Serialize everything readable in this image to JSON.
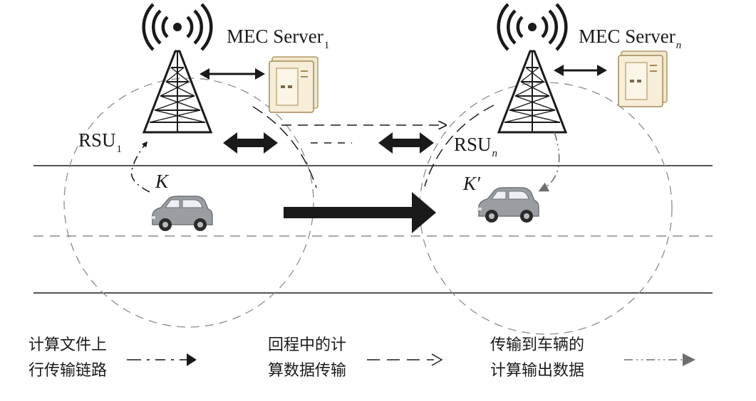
{
  "left_station": {
    "server_label": "MEC Server",
    "server_sub": "1",
    "rsu_label": "RSU",
    "rsu_sub": "1",
    "car_label": "K"
  },
  "right_station": {
    "server_label": "MEC Server",
    "server_sub": "n",
    "rsu_label": "RSU",
    "rsu_sub": "n",
    "car_label": "K′"
  },
  "legend": [
    {
      "line1": "计算文件上",
      "line2": "行传输链路",
      "style": "dash-dot",
      "head": "filled"
    },
    {
      "line1": "回程中的计",
      "line2": "算数据传输",
      "style": "dashed",
      "head": "open"
    },
    {
      "line1": "传输到车辆的",
      "line2": "计算输出数据",
      "style": "dash-dot-dot",
      "head": "filled-gray"
    }
  ],
  "colors": {
    "ink": "#1a1a1a",
    "dashed_circle": "#8c8c8c",
    "server_body": "#f1e7cc",
    "car_body": "#9a9ea3",
    "gray_arrow": "#6e6e6e"
  }
}
